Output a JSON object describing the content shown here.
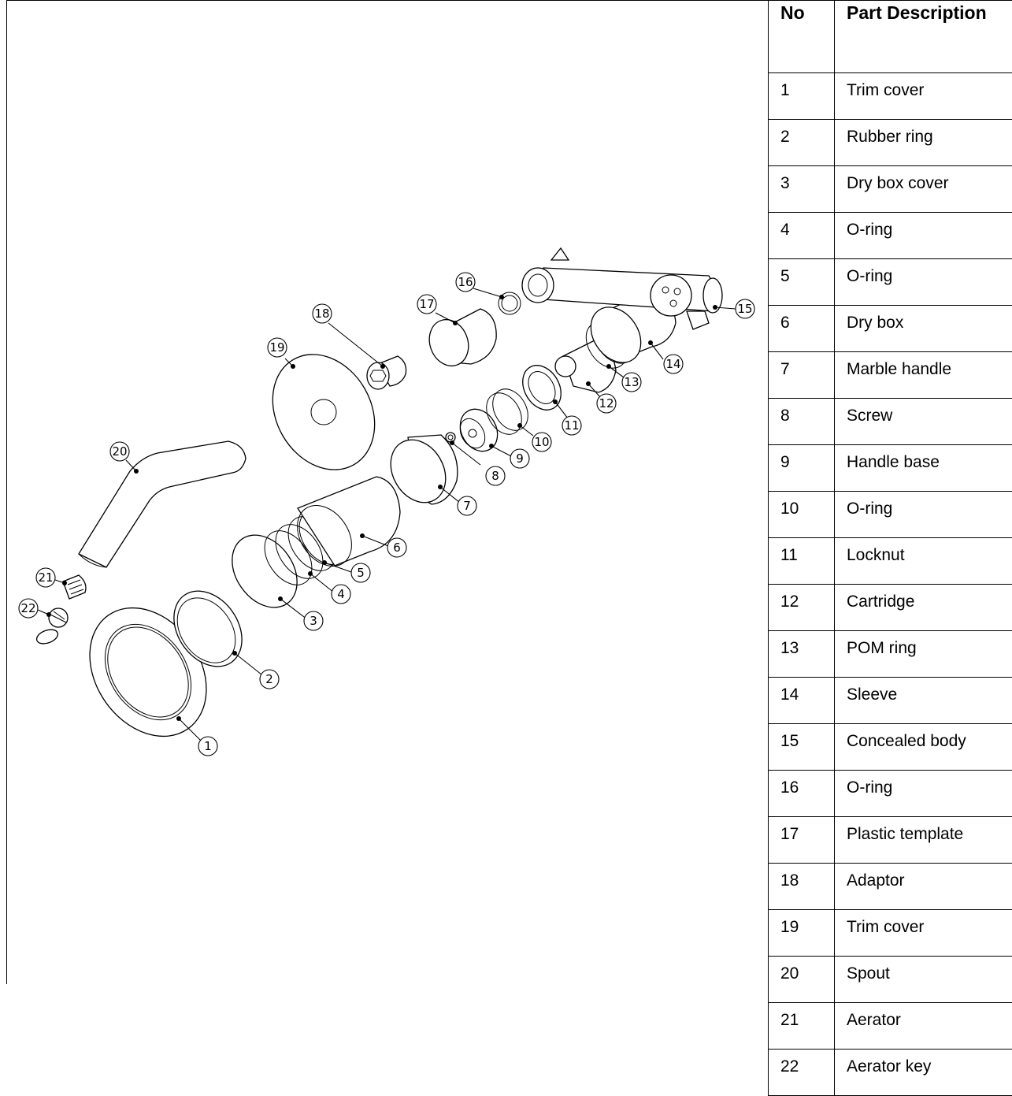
{
  "table": {
    "header": {
      "no": "No",
      "description": "Part Description"
    },
    "rows": [
      {
        "no": "1",
        "description": "Trim cover"
      },
      {
        "no": "2",
        "description": "Rubber ring"
      },
      {
        "no": "3",
        "description": "Dry box cover"
      },
      {
        "no": "4",
        "description": "O-ring"
      },
      {
        "no": "5",
        "description": "O-ring"
      },
      {
        "no": "6",
        "description": "Dry box"
      },
      {
        "no": "7",
        "description": "Marble handle"
      },
      {
        "no": "8",
        "description": "Screw"
      },
      {
        "no": "9",
        "description": "Handle base"
      },
      {
        "no": "10",
        "description": "O-ring"
      },
      {
        "no": "11",
        "description": "Locknut"
      },
      {
        "no": "12",
        "description": "Cartridge"
      },
      {
        "no": "13",
        "description": "POM ring"
      },
      {
        "no": "14",
        "description": "Sleeve"
      },
      {
        "no": "15",
        "description": "Concealed body"
      },
      {
        "no": "16",
        "description": "O-ring"
      },
      {
        "no": "17",
        "description": "Plastic template"
      },
      {
        "no": "18",
        "description": "Adaptor"
      },
      {
        "no": "19",
        "description": "Trim cover"
      },
      {
        "no": "20",
        "description": "Spout"
      },
      {
        "no": "21",
        "description": "Aerator"
      },
      {
        "no": "22",
        "description": "Aerator key"
      }
    ]
  },
  "callouts": [
    "1",
    "2",
    "3",
    "4",
    "5",
    "6",
    "7",
    "8",
    "9",
    "10",
    "11",
    "12",
    "13",
    "14",
    "15",
    "16",
    "17",
    "18",
    "19",
    "20",
    "21",
    "22"
  ]
}
